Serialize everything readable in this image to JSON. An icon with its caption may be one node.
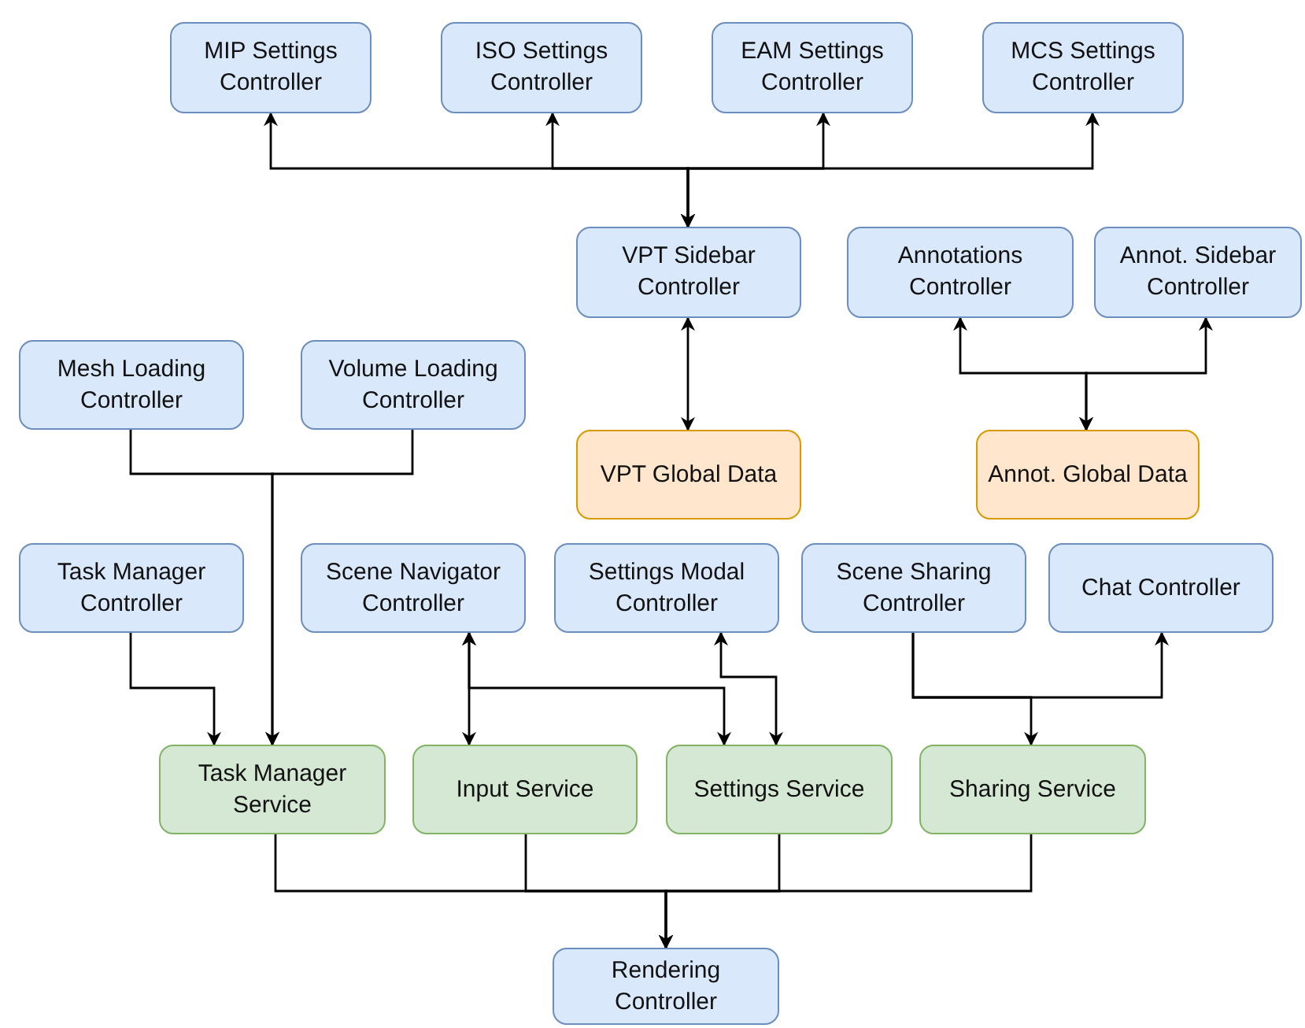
{
  "diagram": {
    "nodes": [
      {
        "text": [
          "MIP Settings Controller"
        ]
      },
      {
        "text": [
          "ISO Settings Controller"
        ]
      },
      {
        "text": [
          "EAM Settings Controller"
        ]
      },
      {
        "text": [
          "MCS Settings Controller"
        ]
      },
      {
        "text": [
          "VPT Sidebar Controller"
        ]
      },
      {
        "text": [
          "Annotations Controller"
        ]
      },
      {
        "text": [
          "Annot. Sidebar Controller"
        ]
      },
      {
        "text": [
          "Mesh Loading Controller"
        ]
      },
      {
        "text": [
          "Volume Loading Controller"
        ]
      },
      {
        "text": [
          "VPT Global Data"
        ]
      },
      {
        "text": [
          "Annot. Global Data"
        ]
      },
      {
        "text": [
          "Task Manager Controller"
        ]
      },
      {
        "text": [
          "Scene Navigator Controller"
        ]
      },
      {
        "text": [
          "Settings Modal Controller"
        ]
      },
      {
        "text": [
          "Scene Sharing Controller"
        ]
      },
      {
        "text": [
          "Chat Controller"
        ]
      },
      {
        "text": [
          "Task Manager Service"
        ]
      },
      {
        "text": [
          "Input Service"
        ]
      },
      {
        "text": [
          "Settings Service"
        ]
      },
      {
        "text": [
          "Sharing Service"
        ]
      },
      {
        "text": [
          "Rendering Controller"
        ]
      }
    ],
    "edges": [
      {
        "from": 4,
        "to": 0,
        "arrow": "both"
      },
      {
        "from": 4,
        "to": 1,
        "arrow": "both"
      },
      {
        "from": 4,
        "to": 2,
        "arrow": "both"
      },
      {
        "from": 4,
        "to": 3,
        "arrow": "both"
      },
      {
        "from": 4,
        "to": 9,
        "arrow": "both"
      },
      {
        "from": 10,
        "to": 5,
        "arrow": "both"
      },
      {
        "from": 10,
        "to": 6,
        "arrow": "both"
      },
      {
        "from": 7,
        "to": 16,
        "arrow": "to"
      },
      {
        "from": 8,
        "to": 16,
        "arrow": "to"
      },
      {
        "from": 11,
        "to": 16,
        "arrow": "to"
      },
      {
        "from": 12,
        "to": 17,
        "arrow": "both"
      },
      {
        "from": 12,
        "to": 18,
        "arrow": "both"
      },
      {
        "from": 13,
        "to": 18,
        "arrow": "both"
      },
      {
        "from": 14,
        "to": 15,
        "arrow": "to"
      },
      {
        "from": 14,
        "to": 19,
        "arrow": "to"
      },
      {
        "from": 16,
        "to": 20,
        "arrow": "to"
      },
      {
        "from": 17,
        "to": 20,
        "arrow": "to"
      },
      {
        "from": 18,
        "to": 20,
        "arrow": "to"
      },
      {
        "from": 19,
        "to": 20,
        "arrow": "to"
      }
    ]
  }
}
